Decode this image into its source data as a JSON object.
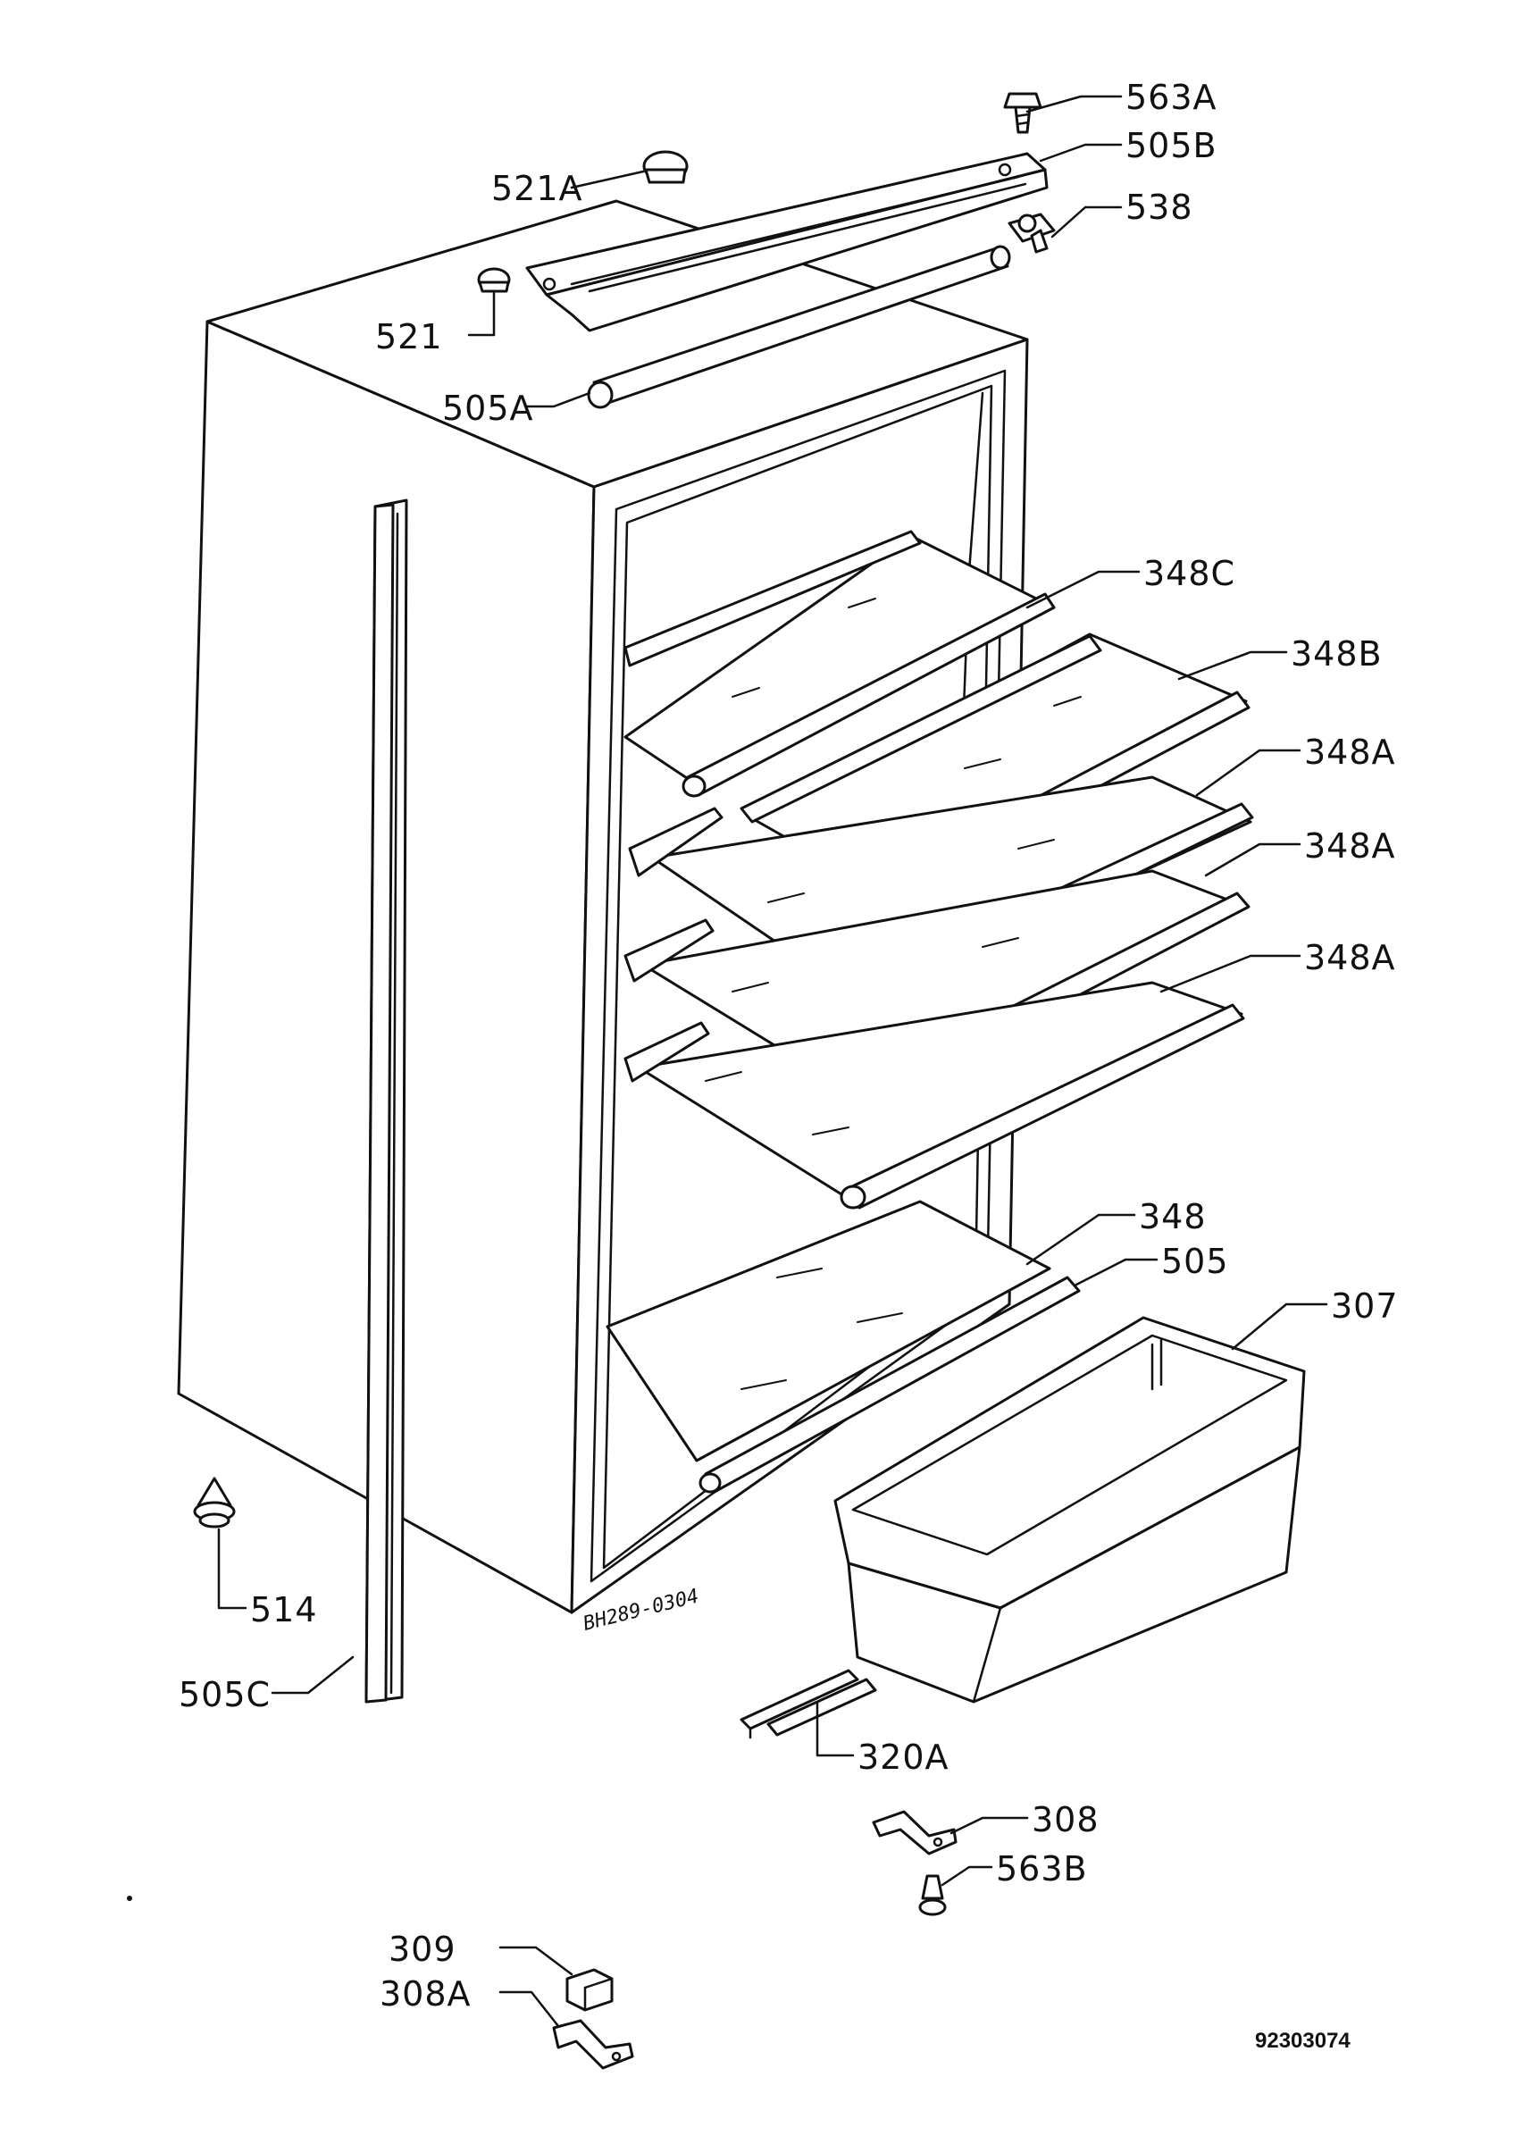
{
  "drawing_number": "92303074",
  "sketch_note": "BH289-0304",
  "callouts": [
    {
      "id": "563A",
      "label": "563A"
    },
    {
      "id": "505B",
      "label": "505B"
    },
    {
      "id": "521A",
      "label": "521A"
    },
    {
      "id": "538",
      "label": "538"
    },
    {
      "id": "521",
      "label": "521"
    },
    {
      "id": "505A",
      "label": "505A"
    },
    {
      "id": "348C",
      "label": "348C"
    },
    {
      "id": "348B",
      "label": "348B"
    },
    {
      "id": "348A_1",
      "label": "348A"
    },
    {
      "id": "348A_2",
      "label": "348A"
    },
    {
      "id": "348A_3",
      "label": "348A"
    },
    {
      "id": "348",
      "label": "348"
    },
    {
      "id": "505",
      "label": "505"
    },
    {
      "id": "307",
      "label": "307"
    },
    {
      "id": "514",
      "label": "514"
    },
    {
      "id": "505C",
      "label": "505C"
    },
    {
      "id": "320A",
      "label": "320A"
    },
    {
      "id": "308",
      "label": "308"
    },
    {
      "id": "563B",
      "label": "563B"
    },
    {
      "id": "309",
      "label": "309"
    },
    {
      "id": "308A",
      "label": "308A"
    }
  ]
}
